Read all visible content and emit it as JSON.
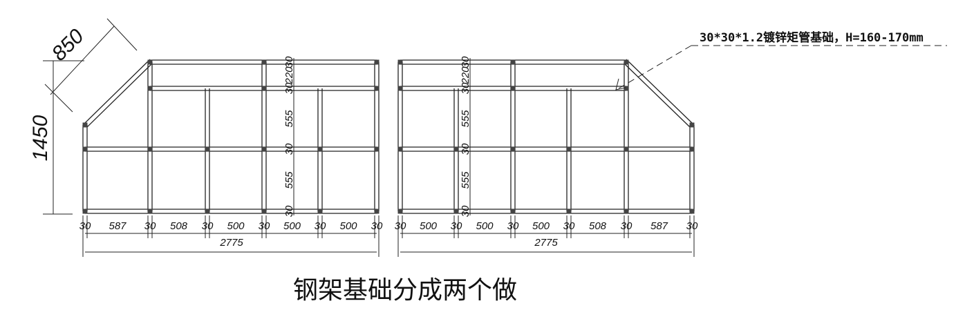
{
  "drawing": {
    "left_frame": {
      "bottom_dims": [
        "30",
        "587",
        "30",
        "508",
        "30",
        "500",
        "30",
        "500",
        "30",
        "500",
        "30"
      ],
      "total_width": "2775",
      "vertical_dims": [
        "30",
        "220",
        "30",
        "555",
        "30",
        "555",
        "30"
      ],
      "height_dim": "1450",
      "slant_dim": "850"
    },
    "right_frame": {
      "bottom_dims": [
        "30",
        "500",
        "30",
        "500",
        "30",
        "500",
        "30",
        "508",
        "30",
        "587",
        "30"
      ],
      "total_width": "2775",
      "vertical_dims": [
        "30",
        "220",
        "30",
        "555",
        "30",
        "555",
        "30"
      ]
    },
    "annotation": "30*30*1.2镀锌矩管基础，H=160-170mm",
    "caption": "钢架基础分成两个做"
  }
}
